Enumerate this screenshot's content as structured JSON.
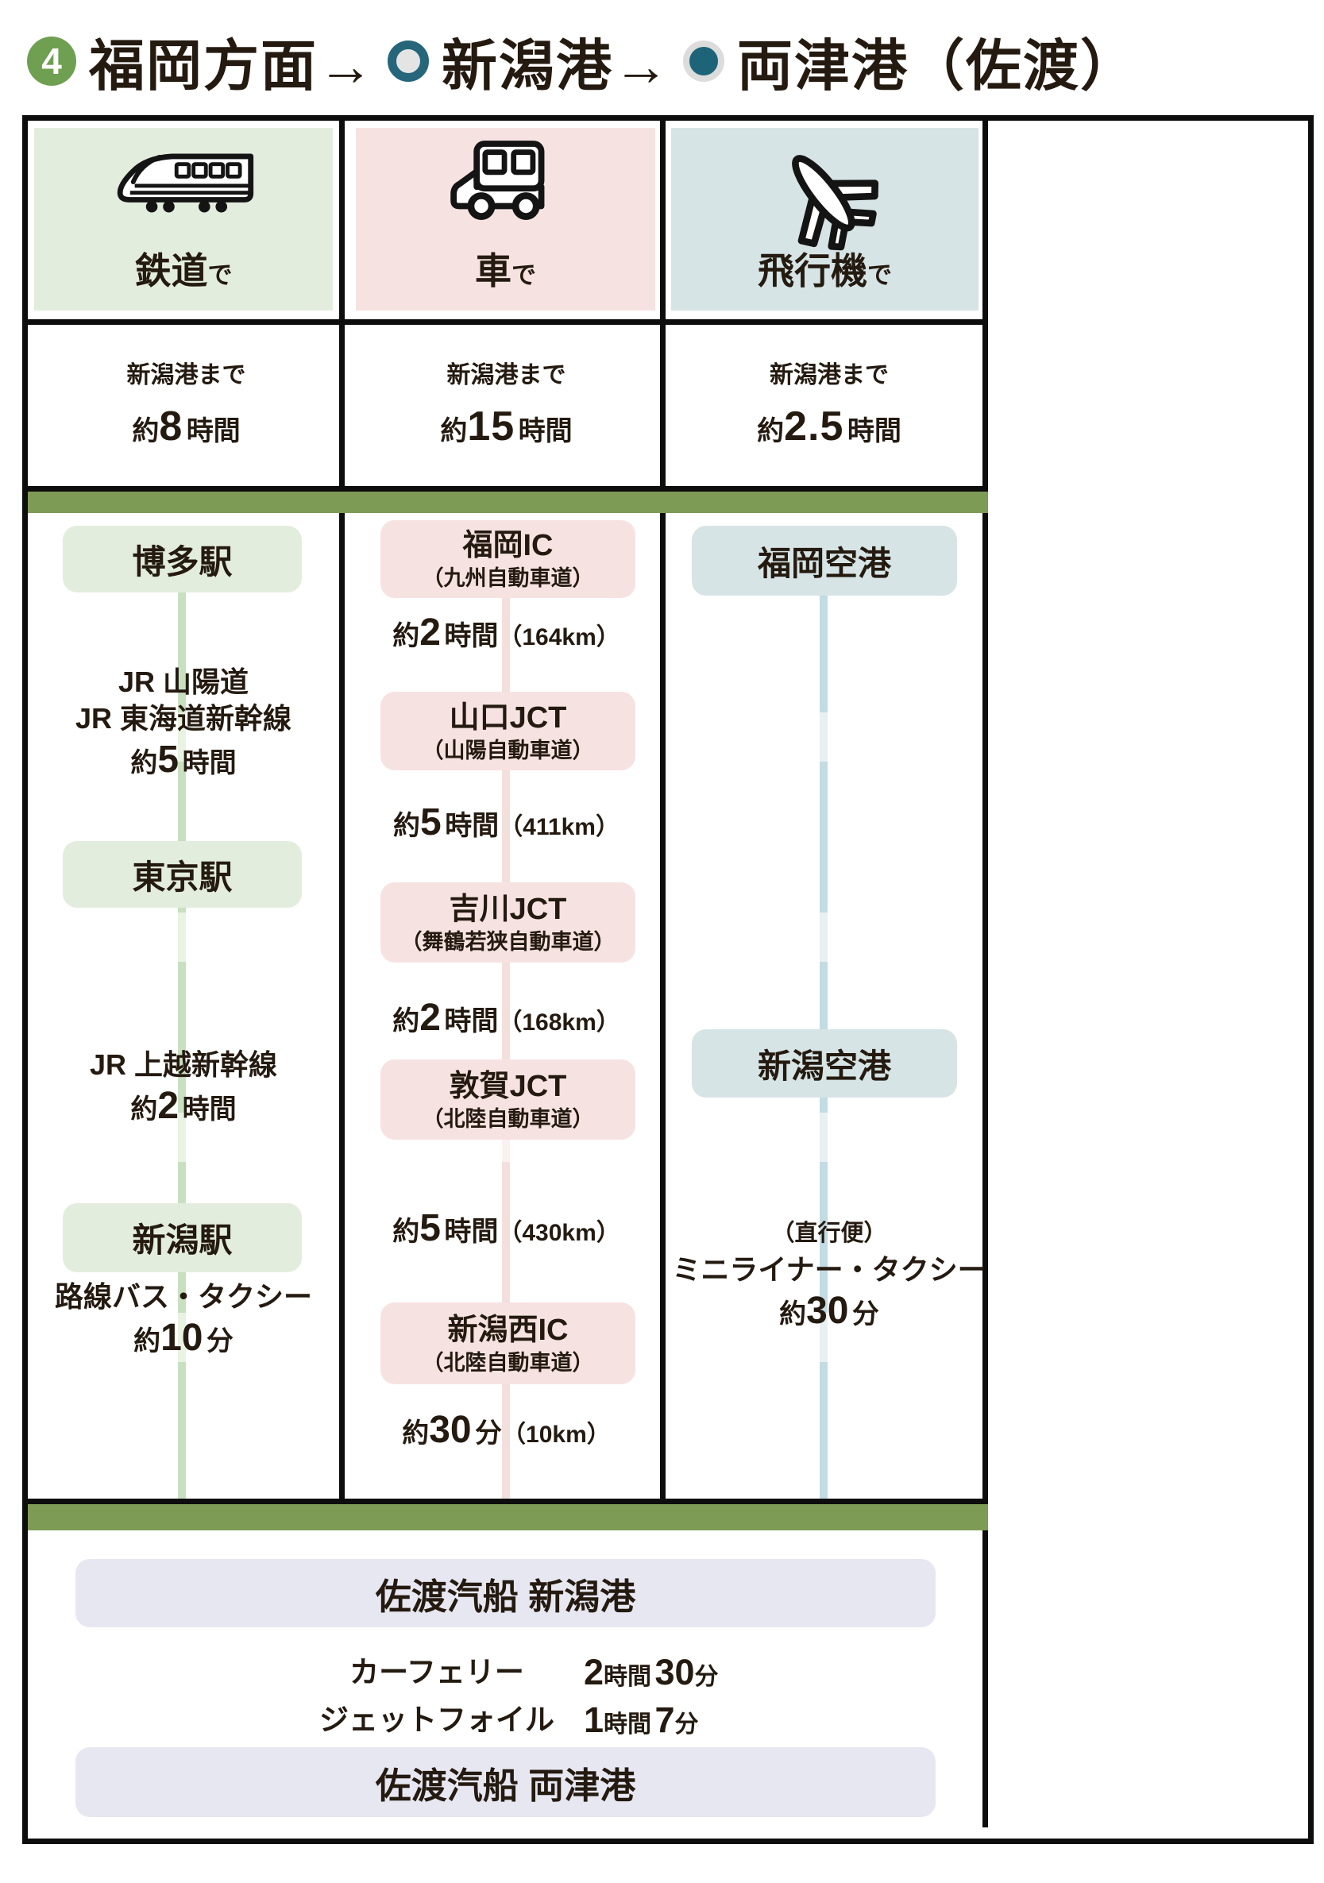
{
  "title": {
    "badge": "4",
    "part1": "福岡方面→",
    "part2": "新潟港→",
    "part3": "両津港（佐渡）"
  },
  "train": {
    "header_label": "鉄道",
    "header_suffix": "で",
    "time_lead": "新潟港まで",
    "time_prefix": "約",
    "time_value": "8",
    "time_unit": "時間",
    "stop1": "博多駅",
    "leg1_line1": "JR 山陽道",
    "leg1_line2": "JR 東海道新幹線",
    "leg1_prefix": "約",
    "leg1_value": "5",
    "leg1_unit": "時間",
    "stop2": "東京駅",
    "leg2_line1": "JR 上越新幹線",
    "leg2_prefix": "約",
    "leg2_value": "2",
    "leg2_unit": "時間",
    "stop3": "新潟駅",
    "leg3_line1": "路線バス・タクシー",
    "leg3_prefix": "約",
    "leg3_value": "10",
    "leg3_unit": "分"
  },
  "car": {
    "header_label": "車",
    "header_suffix": "で",
    "time_lead": "新潟港まで",
    "time_prefix": "約",
    "time_value": "15",
    "time_unit": "時間",
    "stop1_name": "福岡IC",
    "stop1_road": "（九州自動車道）",
    "leg1_prefix": "約",
    "leg1_value": "2",
    "leg1_unit": "時間",
    "leg1_dist": "（164km）",
    "stop2_name": "山口JCT",
    "stop2_road": "（山陽自動車道）",
    "leg2_prefix": "約",
    "leg2_value": "5",
    "leg2_unit": "時間",
    "leg2_dist": "（411km）",
    "stop3_name": "吉川JCT",
    "stop3_road": "（舞鶴若狭自動車道）",
    "leg3_prefix": "約",
    "leg3_value": "2",
    "leg3_unit": "時間",
    "leg3_dist": "（168km）",
    "stop4_name": "敦賀JCT",
    "stop4_road": "（北陸自動車道）",
    "leg4_prefix": "約",
    "leg4_value": "5",
    "leg4_unit": "時間",
    "leg4_dist": "（430km）",
    "stop5_name": "新潟西IC",
    "stop5_road": "（北陸自動車道）",
    "leg5_prefix": "約",
    "leg5_value": "30",
    "leg5_unit": "分",
    "leg5_dist": "（10km）"
  },
  "plane": {
    "header_label": "飛行機",
    "header_suffix": "で",
    "time_lead": "新潟港まで",
    "time_prefix": "約",
    "time_value": "2.5",
    "time_unit": "時間",
    "stop1": "福岡空港",
    "stop2": "新潟空港",
    "leg_note": "（直行便）",
    "leg_line": "ミニライナー・タクシー",
    "leg_prefix": "約",
    "leg_value": "30",
    "leg_unit": "分"
  },
  "ferry": {
    "depart_port": "佐渡汽船 新潟港",
    "row1_label": "カーフェリー",
    "row1_v1": "2",
    "row1_u1": "時間",
    "row1_v2": "30",
    "row1_u2": "分",
    "row2_label": "ジェットフォイル",
    "row2_v1": "1",
    "row2_u1": "時間",
    "row2_v2": "7",
    "row2_u2": "分",
    "arrive_port": "佐渡汽船 両津港"
  },
  "colors": {
    "text_dark": "#241a10",
    "band_olive": "#7e9b55",
    "badge_green": "#6f9f51",
    "train_theme_bg": "#e3edde",
    "train_line": "#c9e0c0",
    "car_theme_bg": "#f6e3e1",
    "car_line": "#f3dfdc",
    "plane_theme_bg": "#d6e4e5",
    "plane_line": "#c3dbe3",
    "ferry_box_bg": "#e7e7f1",
    "port_marker_teal": "#26667b",
    "port_marker_gray": "#dcdcdc"
  }
}
